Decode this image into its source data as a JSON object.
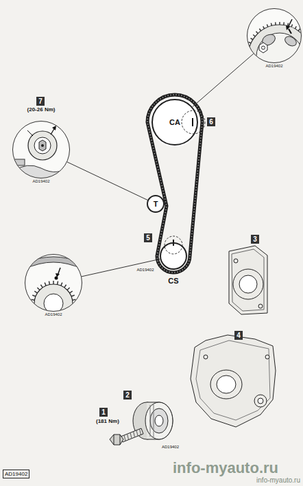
{
  "diagram": {
    "nodes": [
      {
        "text": [
          "CA"
        ]
      },
      {
        "text": [
          "T"
        ]
      },
      {
        "text": [
          "CS"
        ]
      },
      {
        "text": [
          "AD19402"
        ]
      },
      {
        "text": [
          "AD19402"
        ]
      },
      {
        "text": [
          "AD19402"
        ]
      }
    ],
    "edges": [
      {
        "from": 0,
        "to": 3,
        "arrow": "none"
      },
      {
        "from": 1,
        "to": 4,
        "arrow": "none"
      },
      {
        "from": 2,
        "to": 5,
        "arrow": "none"
      }
    ],
    "labels": [
      "7",
      "(20-26 Nm)",
      "6",
      "5",
      "AD19402",
      "3",
      "4",
      "2",
      "1",
      "(181 Nm)",
      "AD19402",
      "AD19402",
      "info-myauto.ru",
      "info-myauto.ru"
    ]
  }
}
